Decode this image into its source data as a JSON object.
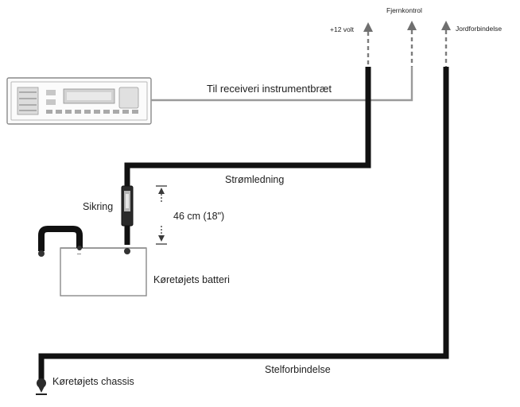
{
  "labels": {
    "fjernkontrol": "Fjernkontrol",
    "plus12volt": "+12 volt",
    "jordforbindelse": "Jordforbindelse",
    "til_receiver": "Til receiveri instrumentbræt",
    "stroemledning": "Strømledning",
    "sikring": "Sikring",
    "distance": "46 cm (18\")",
    "battery": "Køretøjets batteri",
    "stelforbindelse": "Stelforbindelse",
    "chassis": "Køretøjets chassis"
  },
  "colors": {
    "thick_wire": "#111111",
    "thin_wire": "#9a9a9a",
    "outline": "#777777"
  }
}
